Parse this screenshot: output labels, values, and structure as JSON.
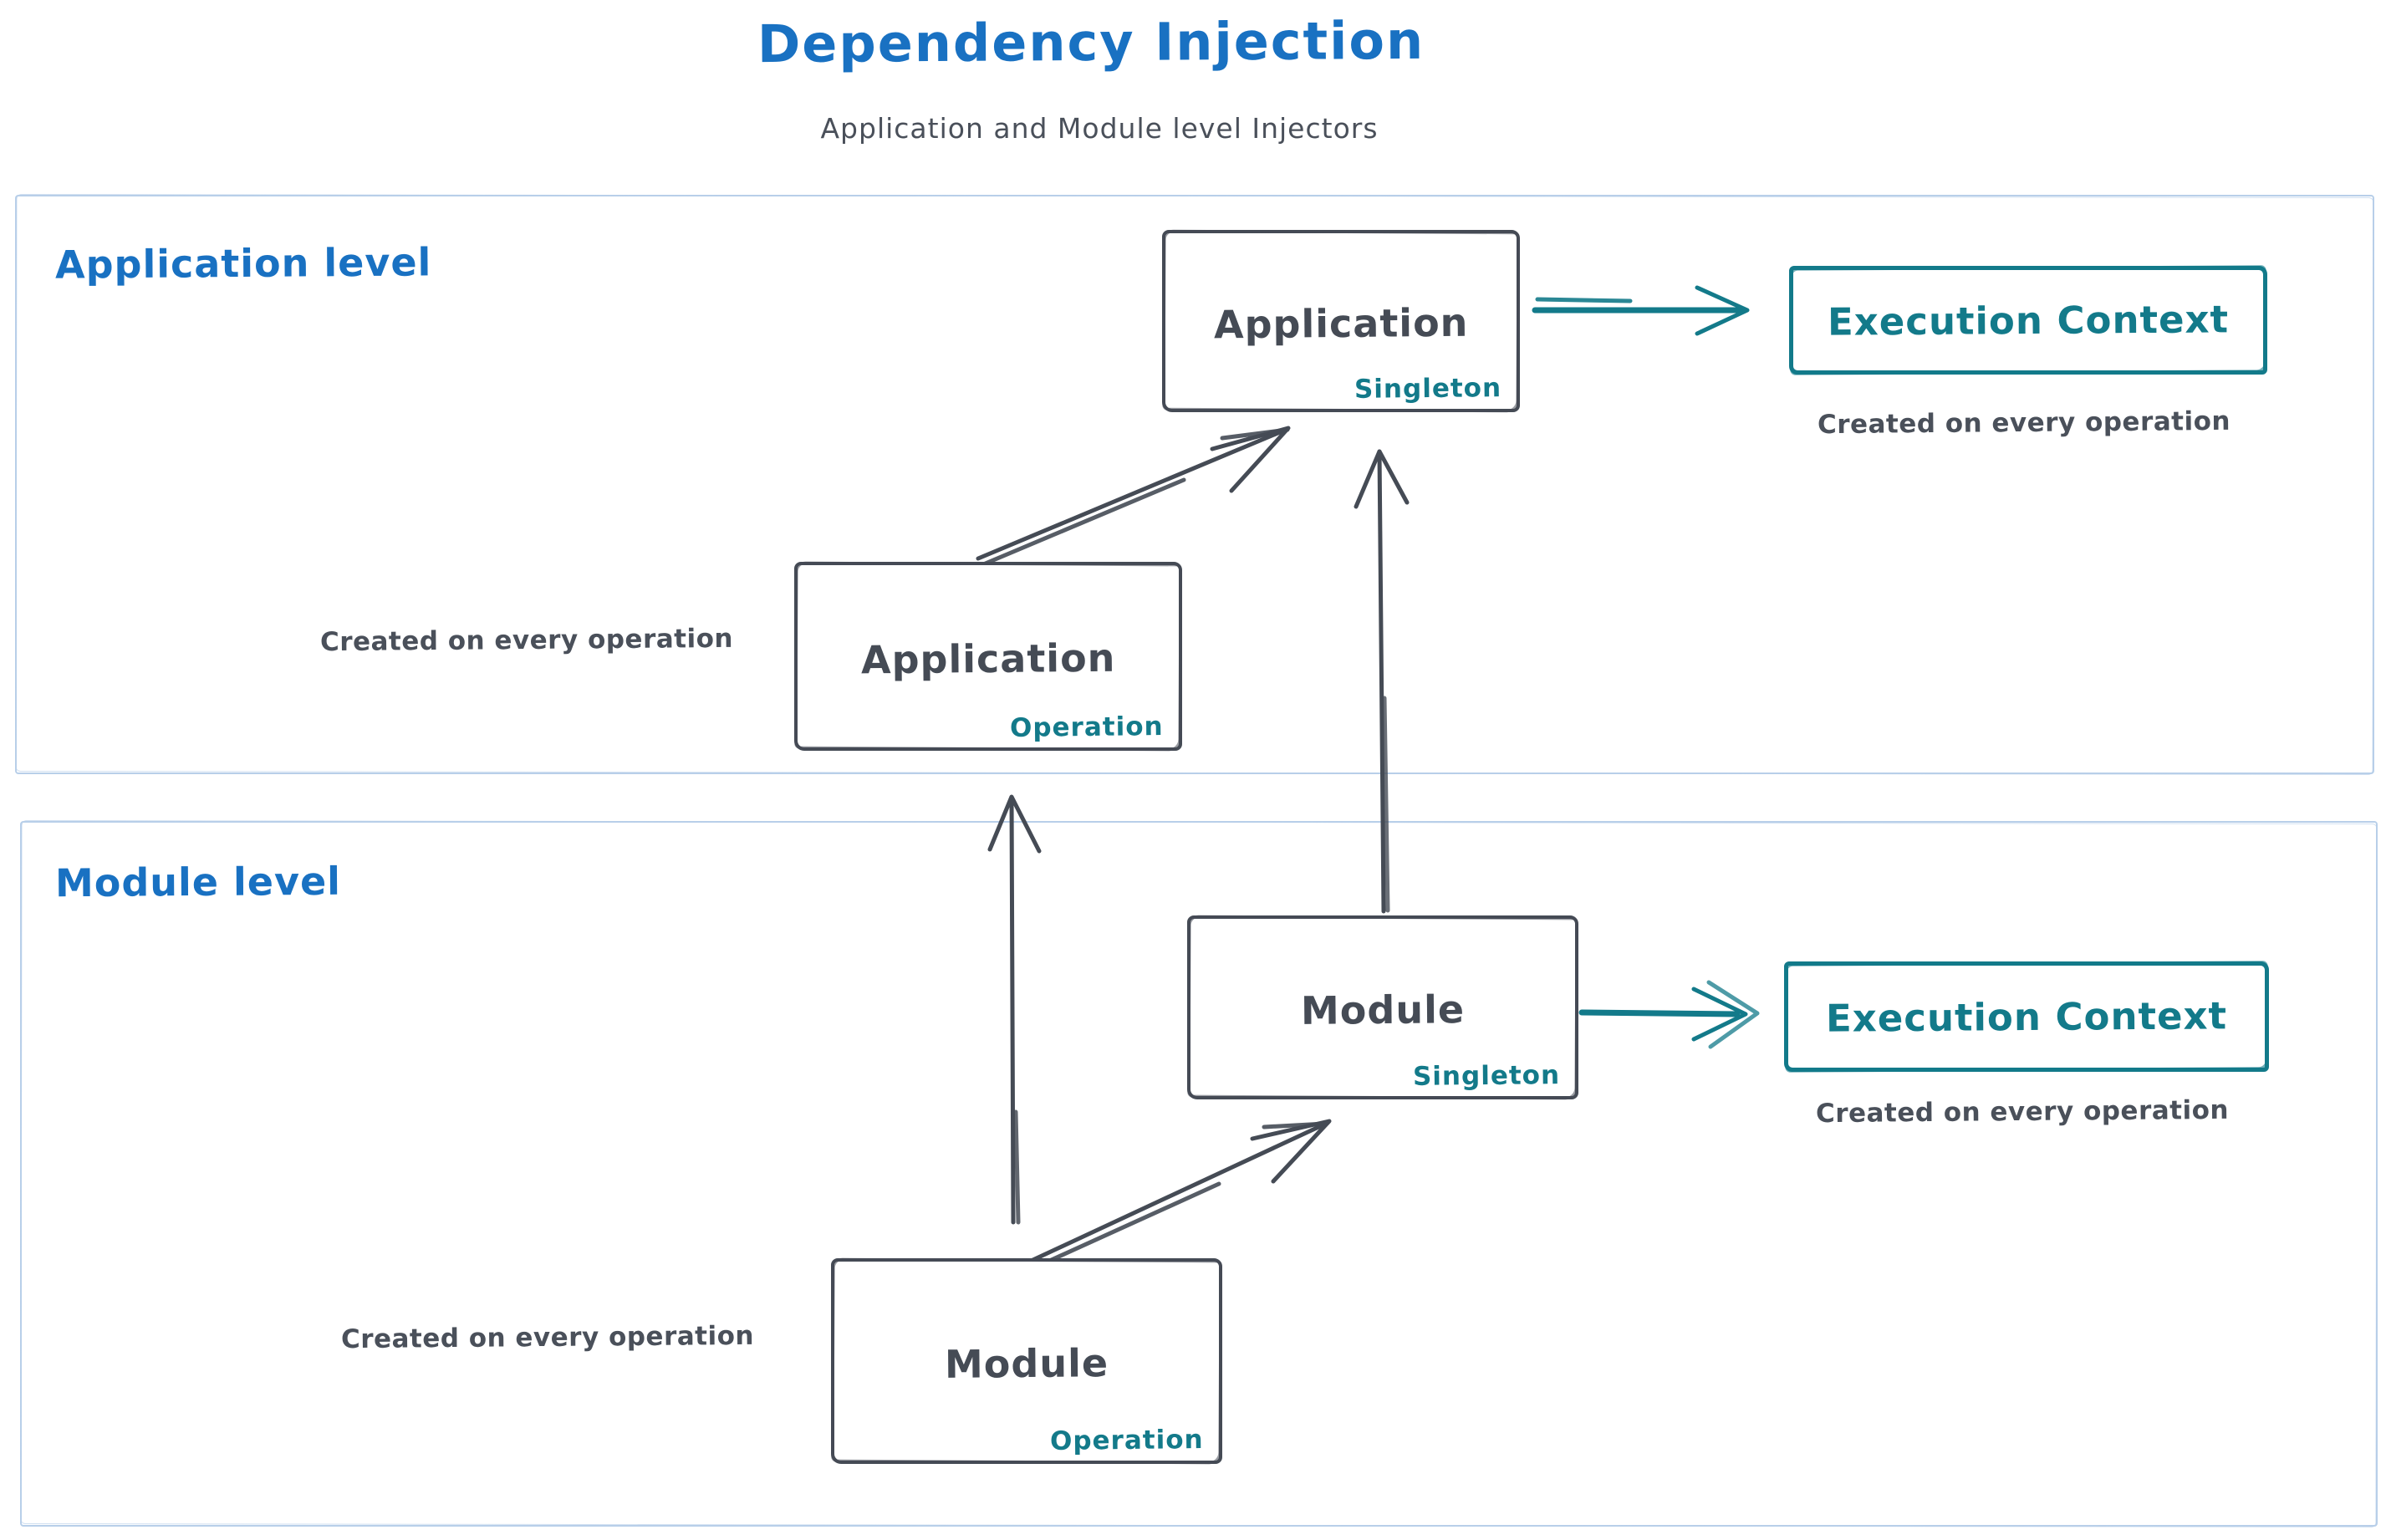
{
  "title": "Dependency Injection",
  "subtitle": "Application and Module level Injectors",
  "palette": {
    "title_blue": "#1971c2",
    "ink_gray": "#454b55",
    "teal": "#137a8a",
    "frame_light_blue": "#b8cfe9"
  },
  "application_level": {
    "label": "Application level",
    "singleton_box": {
      "label": "Application",
      "scope": "Singleton"
    },
    "operation_box": {
      "label": "Application",
      "scope": "Operation",
      "caption": "Created on every operation"
    },
    "execution_context": {
      "label": "Execution Context",
      "caption": "Created on every operation"
    }
  },
  "module_level": {
    "label": "Module level",
    "singleton_box": {
      "label": "Module",
      "scope": "Singleton"
    },
    "operation_box": {
      "label": "Module",
      "scope": "Operation",
      "caption": "Created on every operation"
    },
    "execution_context": {
      "label": "Execution Context",
      "caption": "Created on every operation"
    }
  }
}
